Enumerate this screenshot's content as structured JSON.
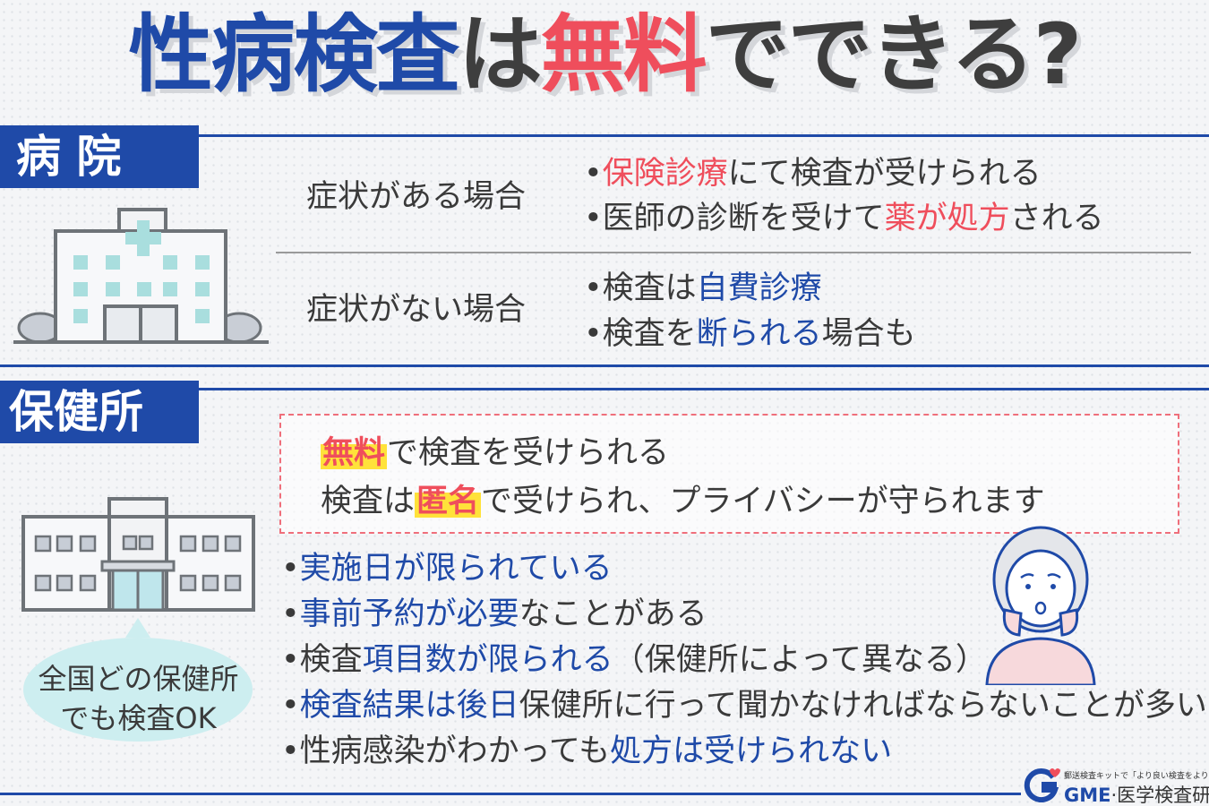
{
  "title": {
    "part1": "性病検査",
    "part2": "は",
    "part3": "無料",
    "part4": "でできる?"
  },
  "hospital": {
    "label": "病 院",
    "symptom_yes": "症状がある場合",
    "symptom_no": "症状がない場合",
    "yes_items": [
      {
        "a": "•",
        "b": "保険診療",
        "c": "にて検査が受けられる"
      },
      {
        "a": "•医師の診断を受けて",
        "b": "薬が処方",
        "c": "される"
      }
    ],
    "no_items": [
      {
        "a": "•検査は",
        "b": "自費診療",
        "c": ""
      },
      {
        "a": "•検査を",
        "b": "断られる",
        "c": "場合も"
      }
    ]
  },
  "health_center": {
    "label": "保健所",
    "box": {
      "line1_hl": "無料",
      "line1_rest": "で検査を受けられる",
      "line2_pre": "検査は",
      "line2_hl": "匿名",
      "line2_rest": "で受けられ、プライバシーが守られます"
    },
    "bullets": [
      {
        "a": "•",
        "b": "実施日が限られている",
        "c": ""
      },
      {
        "a": "•",
        "b": "事前予約が必要",
        "c": "なことがある"
      },
      {
        "a": "•検査",
        "b": "項目数が限られる",
        "c": "（保健所によって異なる）"
      },
      {
        "a": "•",
        "b": "検査結果は後日",
        "c": "保健所に行って聞かなければならないことが多い"
      },
      {
        "a": "•性病感染がわかっても",
        "b": "処方は受けられない",
        "c": ""
      }
    ],
    "bubble_line1": "全国どの保健所",
    "bubble_line2": "でも検査OK"
  },
  "logo": {
    "tagline": "郵送検査キットで「より良い検査をより早く」",
    "brand": "GME",
    "name": "·医学検査研究所"
  },
  "colors": {
    "blue": "#1f4aa8",
    "red": "#ef4e5c",
    "highlight": "#ffe23a",
    "text": "#3a3a3a"
  },
  "icons": [
    "hospital-building-icon",
    "health-center-building-icon",
    "worried-woman-illustration",
    "gme-logo-icon"
  ]
}
